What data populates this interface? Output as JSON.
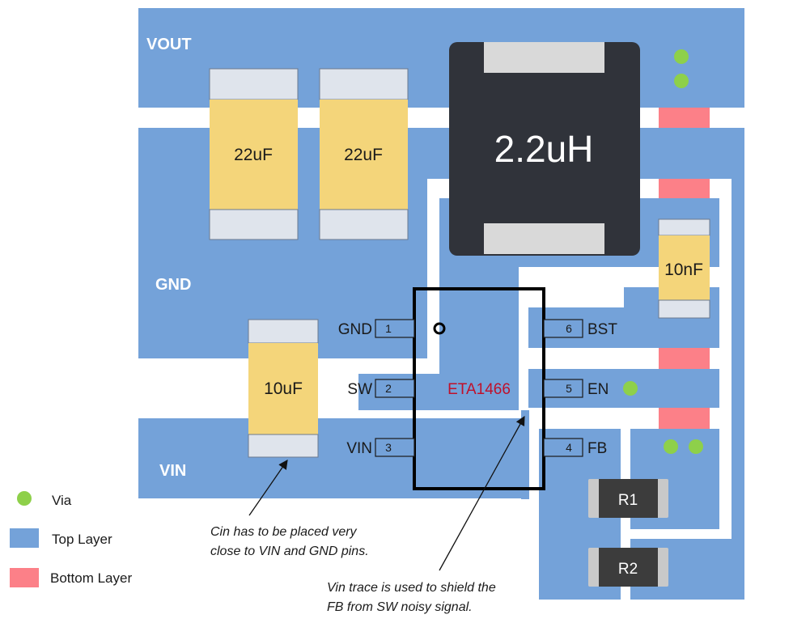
{
  "colors": {
    "top_layer": "#74a2d9",
    "bottom_layer": "#fc8088",
    "via": "#8ed04a",
    "cap_body": "#f4d57a",
    "cap_terminal": "#dfe4ec",
    "inductor_body": "#30333a",
    "resistor_body": "#3c3c3c",
    "ic_name": "#c0102a"
  },
  "nets": {
    "vout": "VOUT",
    "gnd": "GND",
    "vin": "VIN"
  },
  "components": {
    "cout1": "22uF",
    "cout2": "22uF",
    "inductor": "2.2uH",
    "cbst": "10nF",
    "cin": "10uF",
    "r1": "R1",
    "r2": "R2",
    "ic": "ETA1466"
  },
  "pins": [
    {
      "num": "1",
      "name": "GND"
    },
    {
      "num": "2",
      "name": "SW"
    },
    {
      "num": "3",
      "name": "VIN"
    },
    {
      "num": "4",
      "name": "FB"
    },
    {
      "num": "5",
      "name": "EN"
    },
    {
      "num": "6",
      "name": "BST"
    }
  ],
  "legend": {
    "via": "Via",
    "top_layer": "Top Layer",
    "bottom_layer": "Bottom Layer"
  },
  "annotations": {
    "cin_note": [
      "Cin has to be placed very",
      "close to VIN and GND pins."
    ],
    "vin_note": [
      "Vin trace is used to shield the",
      "FB from SW noisy signal."
    ]
  }
}
